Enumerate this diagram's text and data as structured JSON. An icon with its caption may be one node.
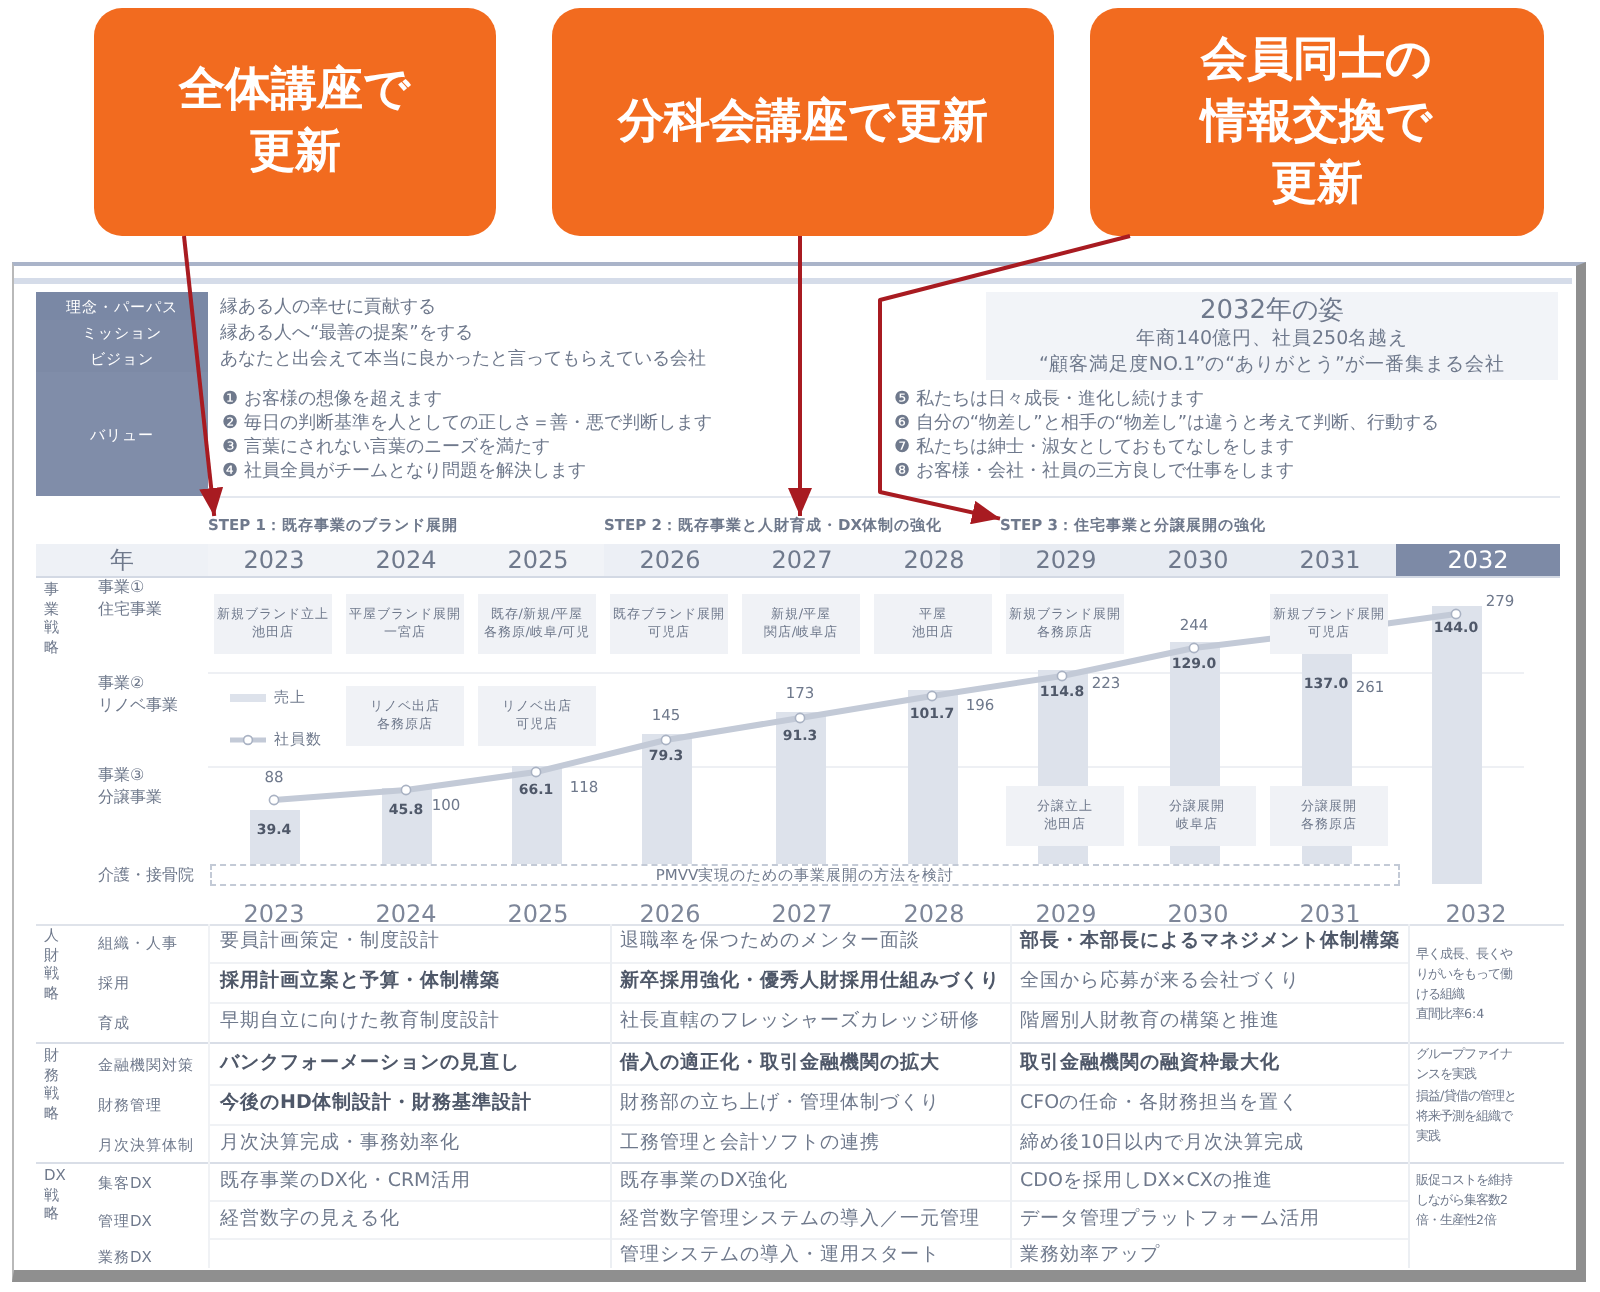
{
  "diagram": {
    "nodes": [
      {
        "text": [
          "全体講座で更新"
        ]
      },
      {
        "text": [
          "分科会講座で更新"
        ]
      },
      {
        "text": [
          "会員同士の情報交換で更新"
        ]
      },
      {
        "text": [
          "2032年の姿",
          "年商140億円、社員250名越え",
          "“顧客満足度NO.1”の“ありがとう”が一番集まる会社"
        ]
      },
      {
        "text": [
          "STEP 1：既存事業のブランド展開"
        ]
      },
      {
        "text": [
          "STEP 2：既存事業と人財育成・DX体制の強化"
        ]
      },
      {
        "text": [
          "STEP 3：住宅事業と分譲展開の強化"
        ]
      },
      {
        "text": [
          "新規ブランド立上",
          "池田店"
        ]
      },
      {
        "text": [
          "平屋ブランド展開",
          "一宮店"
        ]
      },
      {
        "text": [
          "既存/新規/平屋",
          "各務原/岐阜/可児"
        ]
      },
      {
        "text": [
          "既存ブランド展開",
          "可児店"
        ]
      },
      {
        "text": [
          "新規/平屋",
          "関店/岐阜店"
        ]
      },
      {
        "text": [
          "平屋",
          "池田店"
        ]
      },
      {
        "text": [
          "新規ブランド展開",
          "各務原店"
        ]
      },
      {
        "text": [
          "新規ブランド展開",
          "可児店"
        ]
      },
      {
        "text": [
          "リノベ出店",
          "各務原店"
        ]
      },
      {
        "text": [
          "リノベ出店",
          "可児店"
        ]
      },
      {
        "text": [
          "分譲立上",
          "池田店"
        ]
      },
      {
        "text": [
          "分譲展開",
          "岐阜店"
        ]
      },
      {
        "text": [
          "分譲展開",
          "各務原店"
        ]
      },
      {
        "text": [
          "PMVV実現のための事業展開の方法を検討"
        ]
      }
    ],
    "edges": [
      {
        "from": 0,
        "to": 4,
        "arrow": "to"
      },
      {
        "from": 1,
        "to": 5,
        "arrow": "to"
      },
      {
        "from": 2,
        "to": 6,
        "arrow": "to"
      }
    ],
    "labels": [
      "理念・パーパス",
      "縁ある人の幸せに貢献する",
      "ミッション",
      "縁ある人へ“最善の提案”をする",
      "ビジョン",
      "あなたと出会えて本当に良かったと言ってもらえている会社",
      "バリュー",
      "❶ お客様の想像を超えます",
      "❷ 毎日の判断基準を人としての正しさ＝善・悪で判断します",
      "❸ 言葉にされない言葉のニーズを満たす",
      "❹ 社員全員がチームとなり問題を解決します",
      "❺ 私たちは日々成長・進化し続けます",
      "❻ 自分の“物差し”と相手の“物差し”は違うと考えて判断、行動する",
      "❼ 私たちは紳士・淑女としておもてなしをします",
      "❽ お客様・会社・社員の三方良しで仕事をします",
      "年",
      "2023",
      "2024",
      "2025",
      "2026",
      "2027",
      "2028",
      "2029",
      "2030",
      "2031",
      "2032",
      "事業戦略",
      "事業①",
      "住宅事業",
      "事業②",
      "リノベ事業",
      "事業③",
      "分譲事業",
      "介護・接骨院",
      "39.4",
      "88",
      "45.8",
      "100",
      "66.1",
      "118",
      "79.3",
      "145",
      "91.3",
      "173",
      "101.7",
      "196",
      "114.8",
      "223",
      "129.0",
      "244",
      "137.0",
      "261",
      "144.0",
      "279",
      "2023",
      "2024",
      "2025",
      "2026",
      "2027",
      "2028",
      "2029",
      "2030",
      "2031",
      "2032",
      "人財戦略",
      "組織・人事",
      "要員計画策定・制度設計",
      "退職率を保つためのメンター面談",
      "部長・本部長によるマネジメント体制構築",
      "早く成長、長くやりがいをもって働ける組織",
      "直間比率6:4",
      "採用",
      "採用計画立案と予算・体制構築",
      "新卒採用強化・優秀人財採用仕組みづくり",
      "全国から応募が来る会社づくり",
      "育成",
      "早期自立に向けた教育制度設計",
      "社長直轄のフレッシャーズカレッジ研修",
      "階層別人財教育の構築と推進",
      "財務戦略",
      "金融機関対策",
      "バンクフォーメーションの見直し",
      "借入の適正化・取引金融機関の拡大",
      "取引金融機関の融資枠最大化",
      "グループファイナンスを実践",
      "損益/貸借の管理と将来予測を組織で実践",
      "財務管理",
      "今後のHD体制設計・財務基準設計",
      "財務部の立ち上げ・管理体制づくり",
      "CFOの任命・各財務担当を置く",
      "月次決算体制",
      "月次決算完成・事務効率化",
      "工務管理と会計ソフトの連携",
      "締め後10日以内で月次決算完成",
      "DX戦略",
      "集客DX",
      "既存事業のDX化・CRM活用",
      "既存事業のDX強化",
      "CDOを採用しDX×CXの推進",
      "販促コストを維持しながら集客数2倍・生産性2倍",
      "管理DX",
      "経営数字の見える化",
      "経営数字管理システムの導入／一元管理",
      "データ管理プラットフォーム活用",
      "業務DX",
      "管理システムの導入・運用スタート",
      "業務効率アップ"
    ],
    "legend": [
      {
        "text": "売上",
        "color": "#dde2eb"
      },
      {
        "text": "社員数"
      }
    ]
  }
}
